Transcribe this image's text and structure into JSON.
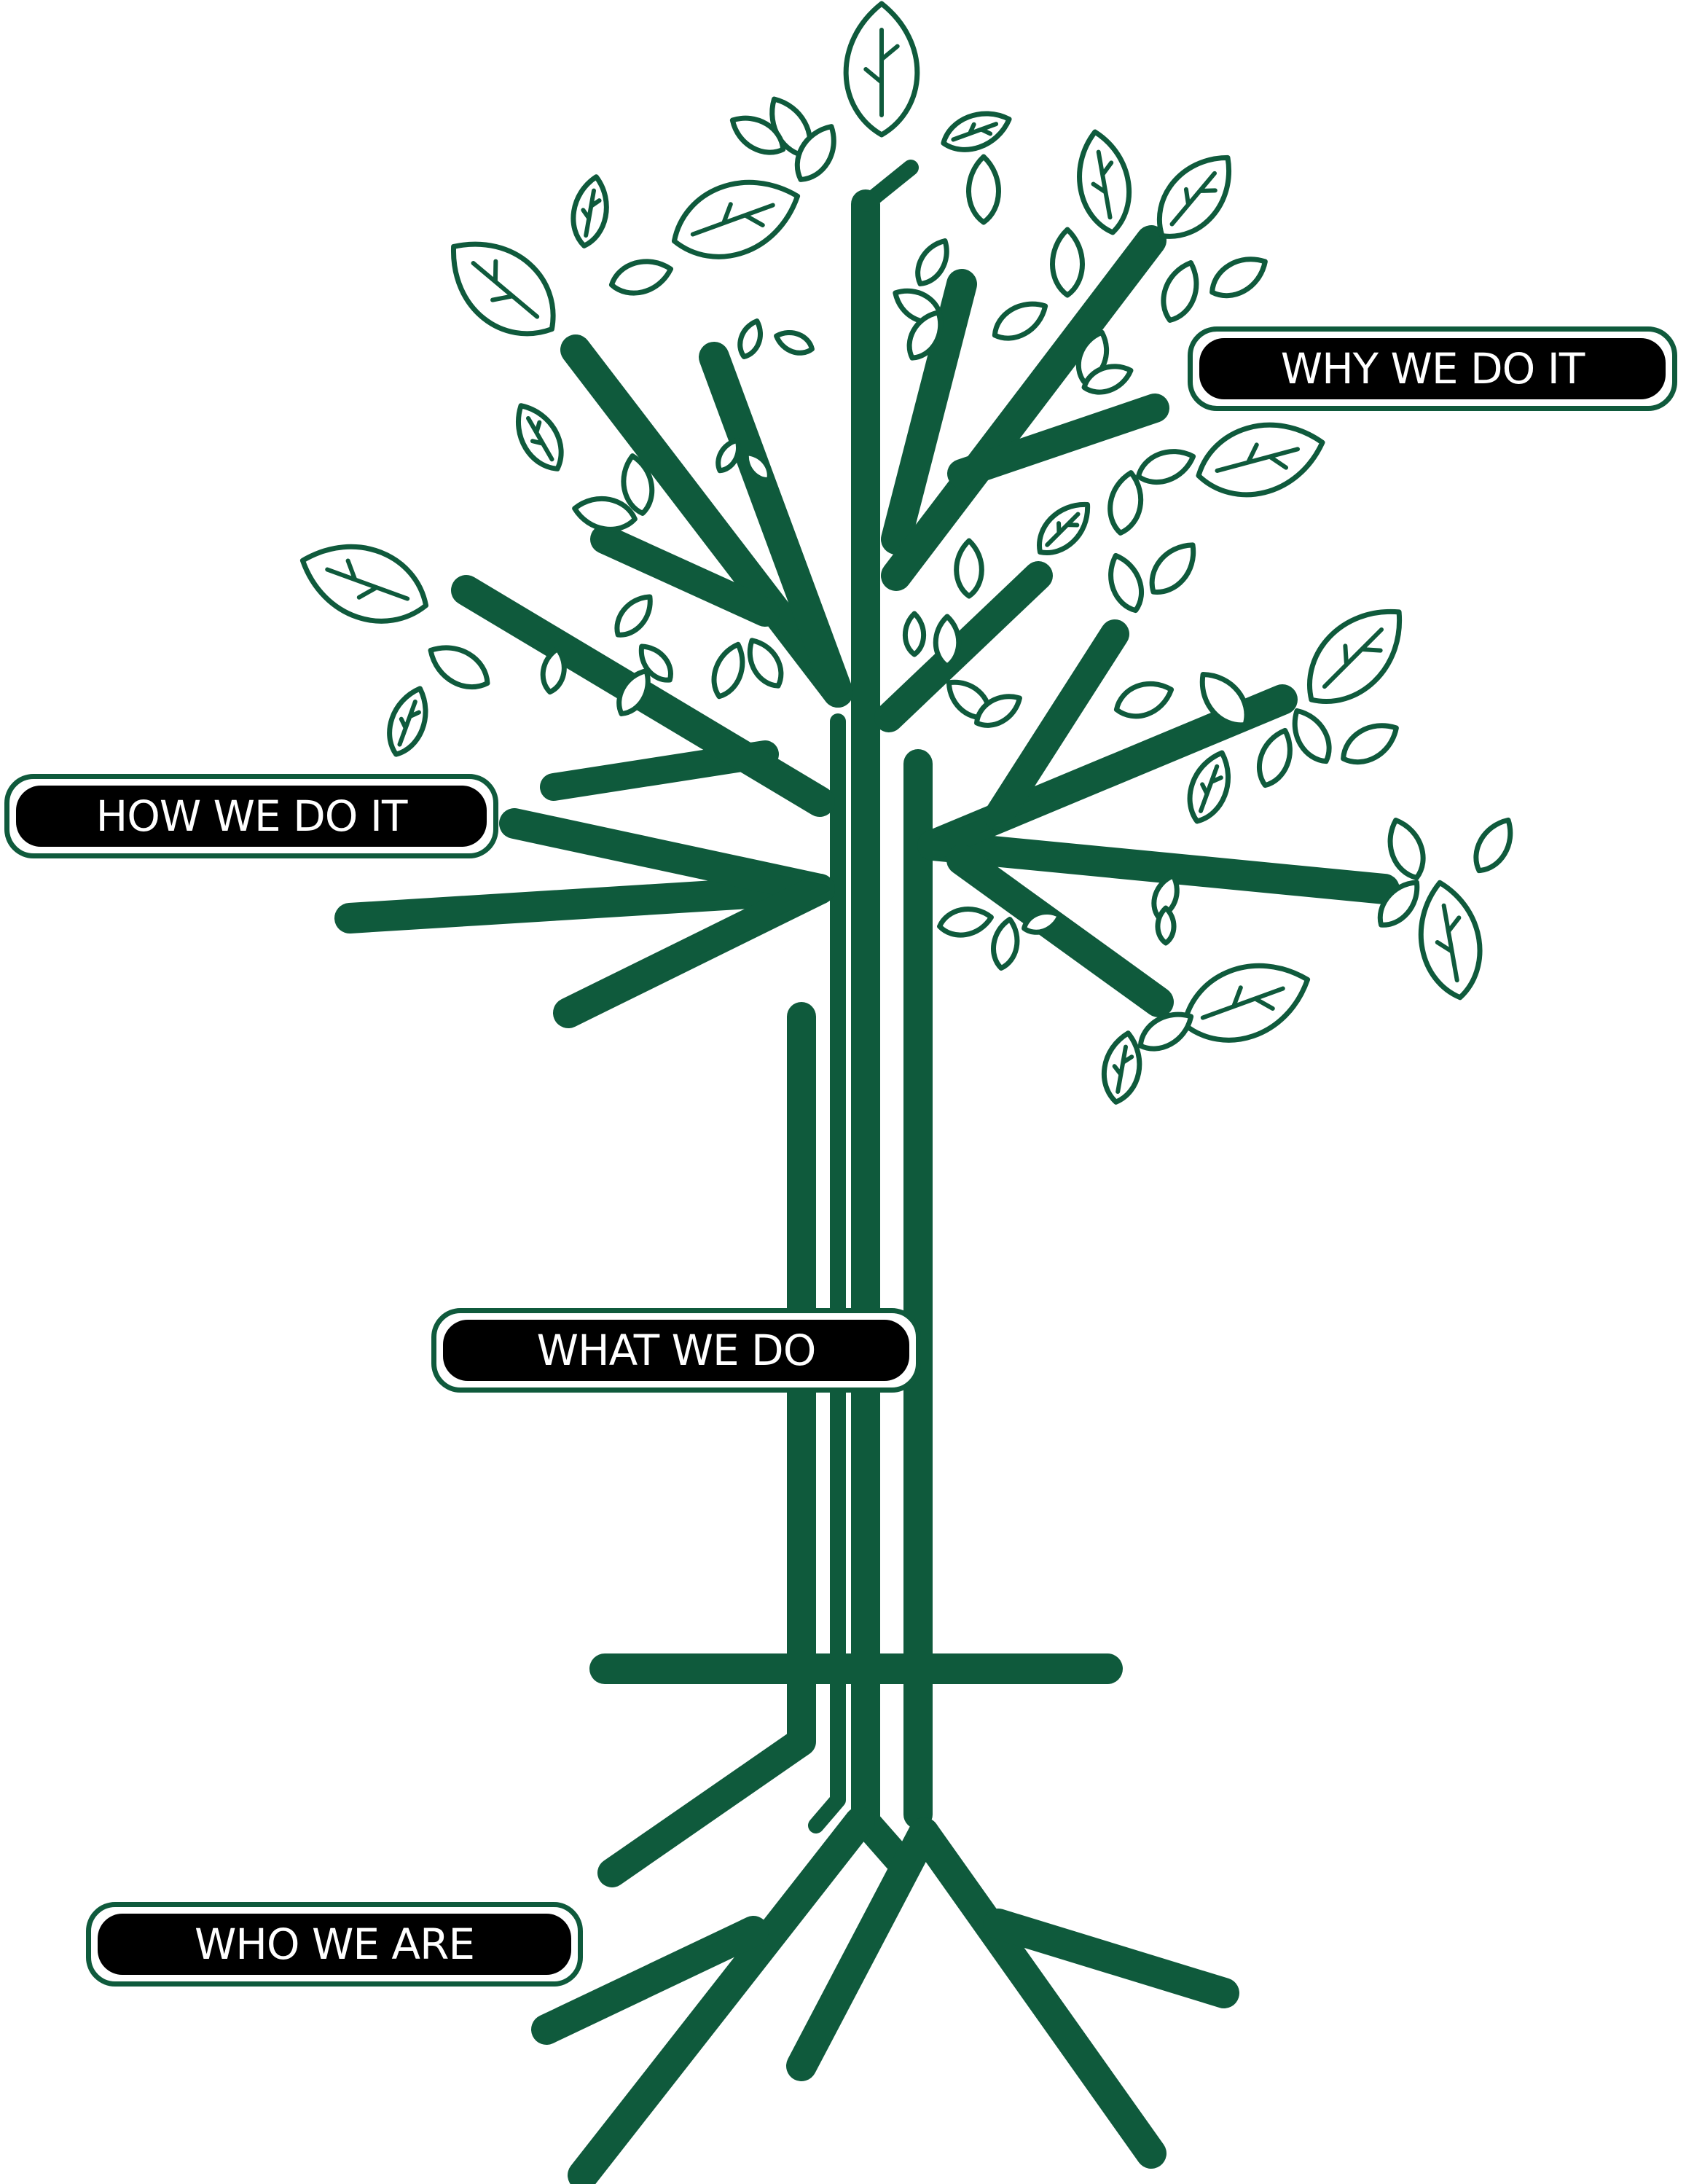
{
  "colors": {
    "tree": "#0f5a3c",
    "label_fill": "#000000",
    "label_text": "#ffffff",
    "leaf_fill": "#ffffff"
  },
  "labels": {
    "why": "WHY WE DO IT",
    "how": "HOW WE DO IT",
    "what": "WHAT WE DO",
    "who": "WHO WE ARE"
  },
  "icons": {
    "leaf": "leaf-icon",
    "branch": "tree-branch"
  }
}
